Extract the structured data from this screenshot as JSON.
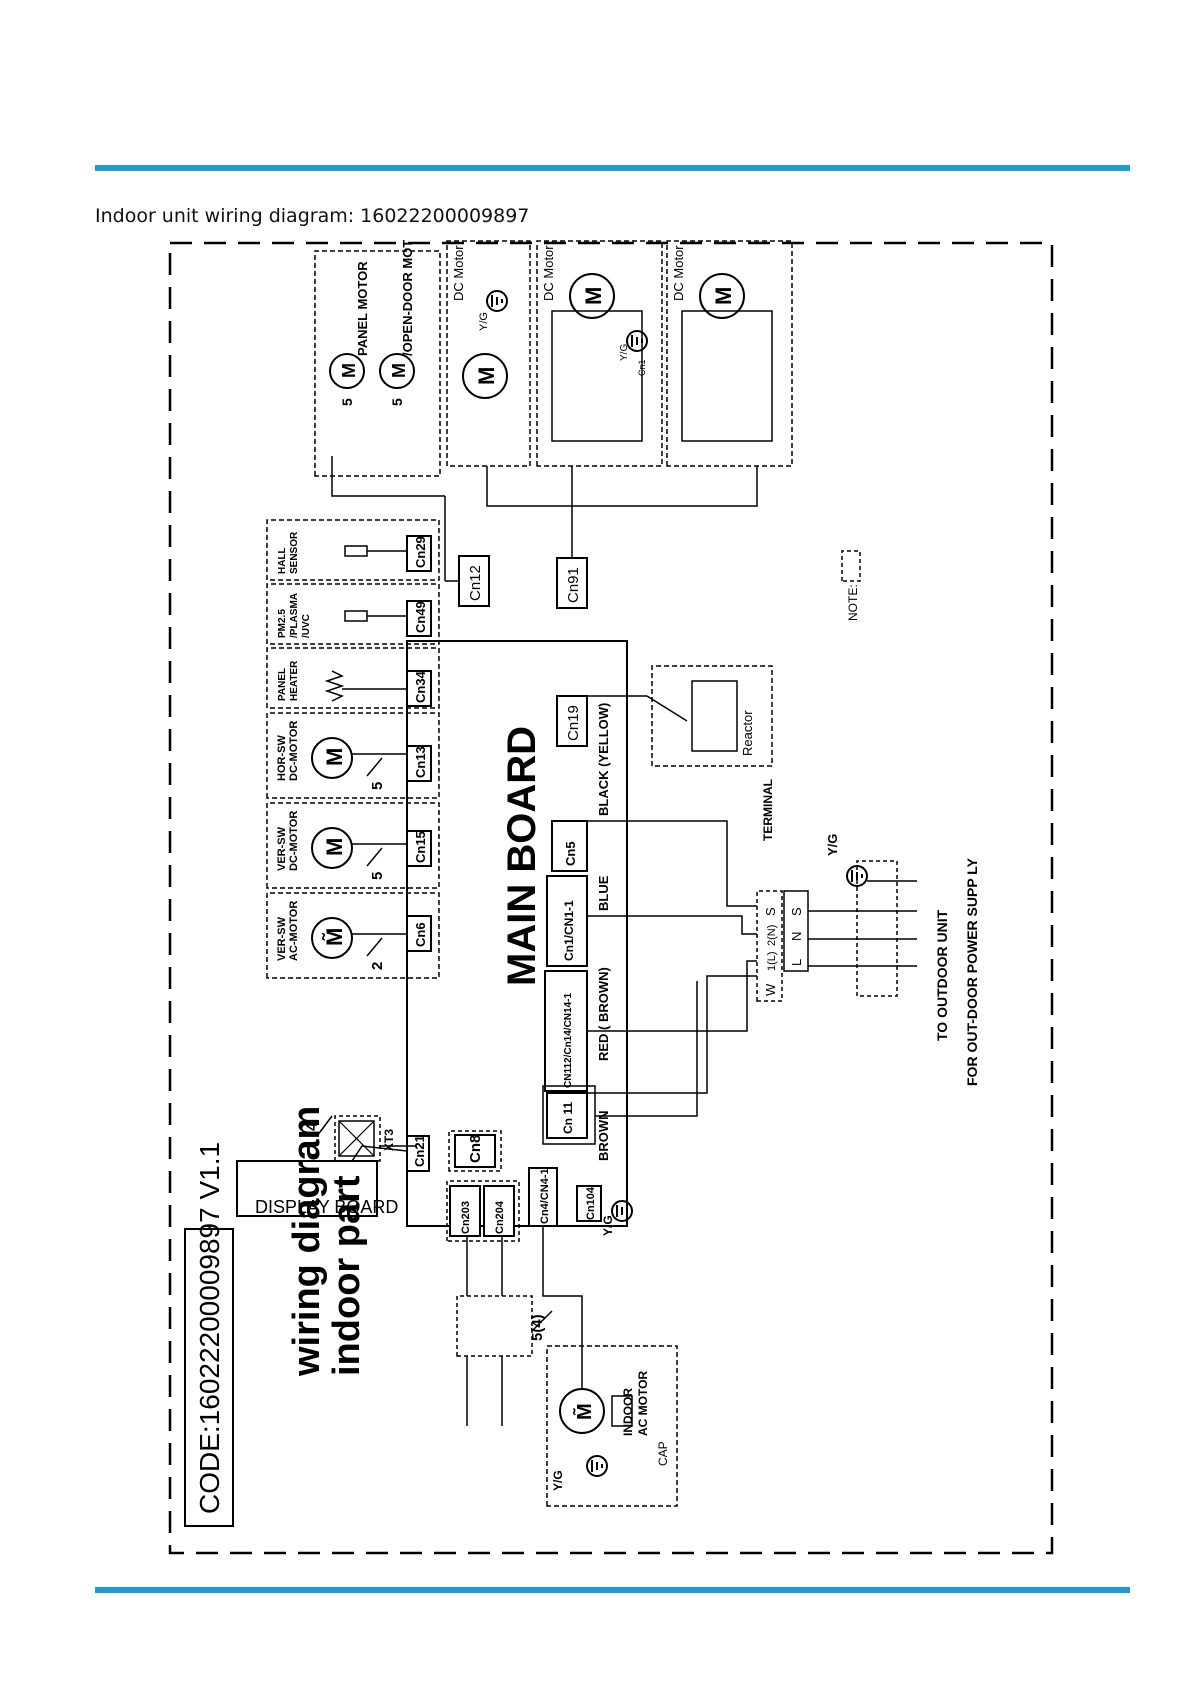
{
  "colors": {
    "accent": "#1e9ad6",
    "ink": "#000000"
  },
  "caption": "Indoor unit wiring diagram: 16022200009897",
  "diagram": {
    "code": "CODE:16022200009897 V1.1",
    "title_line1": "wiring diagram",
    "title_line2": "indoor   part",
    "main_board": "MAIN BOARD",
    "panel_motor_line1": "PANEL MOTOR",
    "panel_motor_line2": "/OPEN-DOOR MOTOR",
    "dc_motor": "DC Motor",
    "yg": "Y/G",
    "cn1": "Cn1",
    "motor_symbol": "M",
    "ac_motor_symbol": "M̃",
    "wire_count_5": "5",
    "wire_count_2": "2",
    "wire_count_4": "4",
    "wire_count_5_4": "5(4)",
    "note": "NOTE:",
    "connectors": {
      "cn12": "Cn12",
      "cn91": "Cn91",
      "cn19": "Cn19",
      "cn29": "Cn29",
      "cn49": "Cn49",
      "cn34": "Cn34",
      "cn13": "Cn13",
      "cn15": "Cn15",
      "cn6": "Cn6",
      "cn21": "Cn21",
      "cn8": "Cn8",
      "cn203": "Cn203",
      "cn204": "Cn204",
      "cn4": "Cn4/CN4-1",
      "cn104": "Cn104",
      "cn5": "Cn5",
      "cn1_1": "Cn1/CN1-1",
      "cn112": "CN112/Cn14/CN14-1",
      "cn11": "Cn 11"
    },
    "reactor": "Reactor",
    "hall_sensor_line1": "HALL",
    "hall_sensor_line2": "SENSOR",
    "pm25_line1": "PM2.5",
    "pm25_line2": "/PLASMA",
    "pm25_line3": "/UVC",
    "panel_heater_line1": "PANEL",
    "panel_heater_line2": "HEATER",
    "hor_sw_line1": "HOR-SW",
    "hor_sw_line2": "DC-MOTOR",
    "ver_sw_dc_line1": "VER-SW",
    "ver_sw_dc_line2": "DC-MOTOR",
    "ver_sw_ac_line1": "VER-SW",
    "ver_sw_ac_line2": "AC-MOTOR",
    "xt": "XT3",
    "display_board": "DISPLAY  BOARD",
    "indoor_ac_line1": "INDOOR",
    "indoor_ac_line2": "AC MOTOR",
    "cap": "CAP",
    "black_yellow": "BLACK (YELLOW)",
    "blue": "BLUE",
    "red_brown": "RED  ( BROWN)",
    "brown": "BROWN",
    "terminal": "TERMINAL",
    "term_s": "S",
    "term_2n": "2(N)",
    "term_1l": "1(L)",
    "term_w": "W",
    "term_n": "N",
    "term_l": "L",
    "to_outdoor": "TO OUTDOOR UNIT",
    "out_door_supply": "FOR OUT-DOOR POWER SUPP LY"
  }
}
